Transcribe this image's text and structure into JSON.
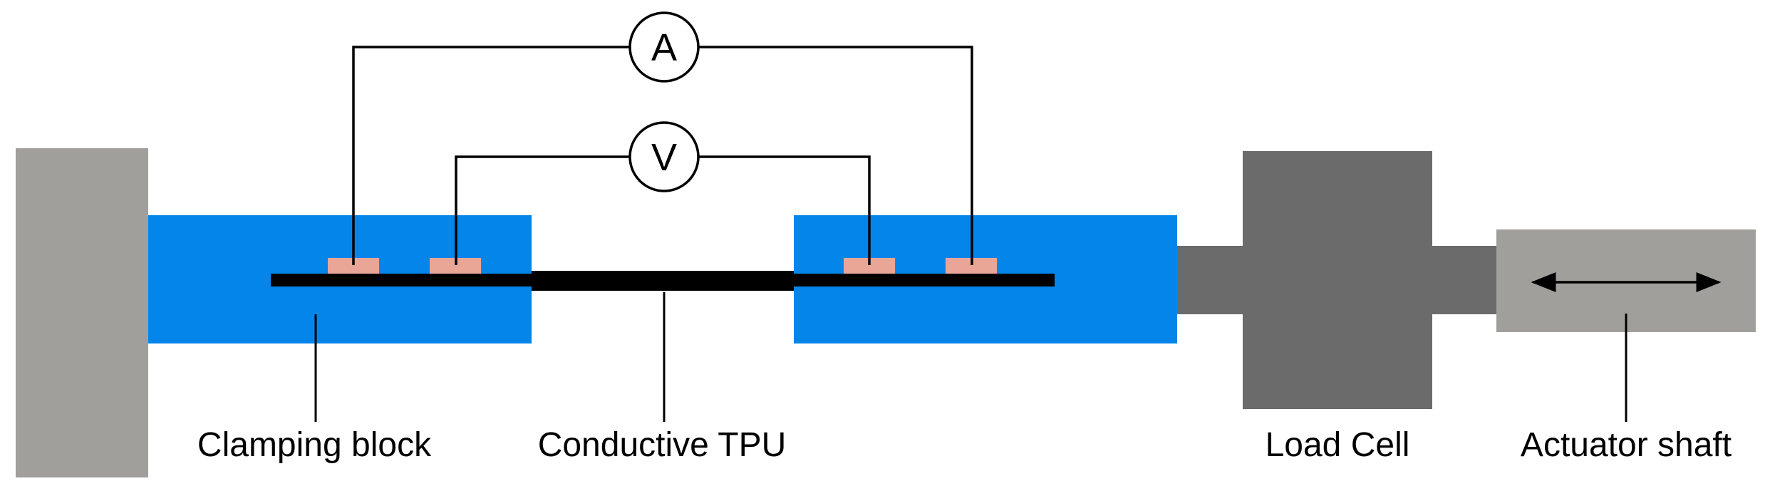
{
  "colors": {
    "wall": "#a09f9b",
    "clamp_block": "#0485ea",
    "electrode": "#e9a697",
    "tpu_strip": "#000000",
    "load_cell": "#6b6b6b",
    "actuator": "#a09f9b",
    "wire": "#000000"
  },
  "meters": {
    "ammeter": "A",
    "voltmeter": "V"
  },
  "labels": {
    "clamping_block": "Clamping block",
    "conductive_tpu": "Conductive TPU",
    "load_cell": "Load Cell",
    "actuator_shaft": "Actuator shaft"
  },
  "icons": {
    "actuator_motion": "double-headed-arrow-icon"
  }
}
